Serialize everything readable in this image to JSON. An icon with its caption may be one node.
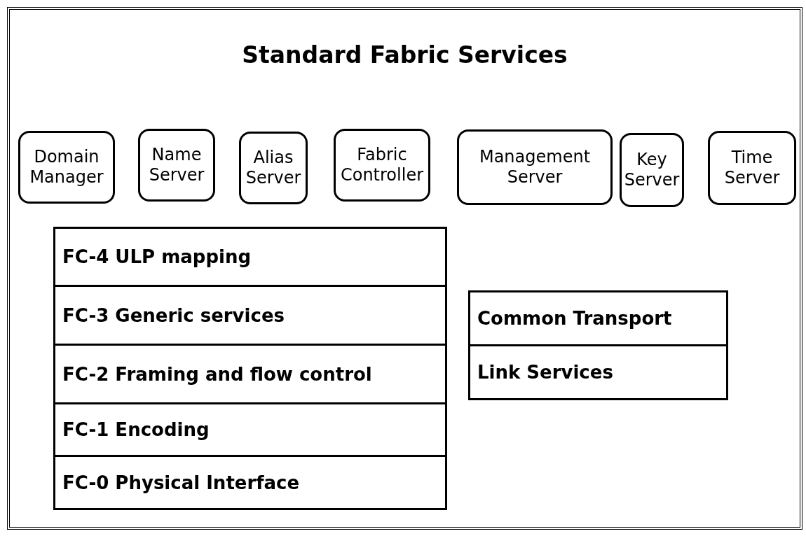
{
  "diagram": {
    "nodes": [
      {
        "text": [
          "Standard Fabric Services"
        ]
      },
      {
        "text": [
          "Domain Manager"
        ],
        "in": 0
      },
      {
        "text": [
          "Name Server"
        ],
        "in": 0
      },
      {
        "text": [
          "Alias Server"
        ],
        "in": 0
      },
      {
        "text": [
          "Fabric Controller"
        ],
        "in": 0
      },
      {
        "text": [
          "Management Server"
        ],
        "in": 0
      },
      {
        "text": [
          "Key Server"
        ],
        "in": 0
      },
      {
        "text": [
          "Time Server"
        ],
        "in": 0
      },
      {
        "text": [
          "FC-4 ULP mapping"
        ],
        "in": 0
      },
      {
        "text": [
          "FC-3 Generic services"
        ],
        "in": 0
      },
      {
        "text": [
          "FC-2 Framing and flow control"
        ],
        "in": 0
      },
      {
        "text": [
          "FC-1 Encoding"
        ],
        "in": 0
      },
      {
        "text": [
          "FC-0 Physical Interface"
        ],
        "in": 0
      },
      {
        "text": [
          "Common Transport"
        ],
        "in": 0
      },
      {
        "text": [
          "Link Services"
        ],
        "in": 0
      }
    ],
    "edges": []
  }
}
